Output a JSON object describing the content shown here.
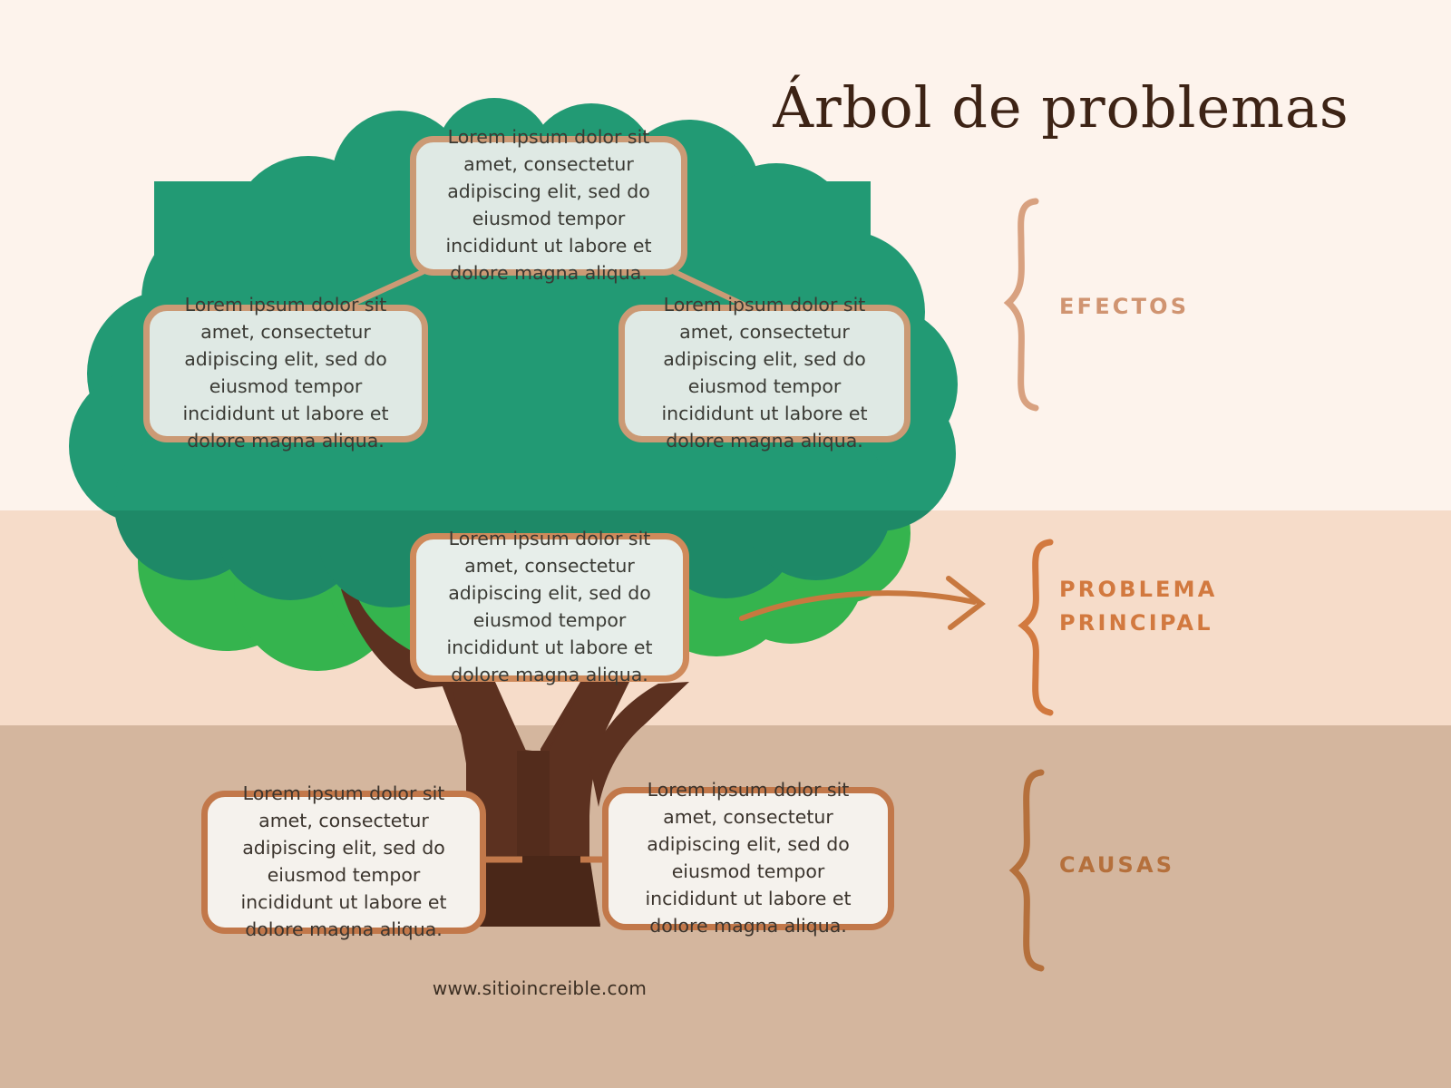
{
  "title": "Árbol de problemas",
  "footer": {
    "url": "www.sitioincreible.com"
  },
  "palette": {
    "background_sky": "#fdf3ec",
    "background_peach": "#f6dcc9",
    "background_soil": "#d4b69e",
    "foliage_dark": "#229a74",
    "foliage_mid": "#4f9a72",
    "foliage_light": "#35b44e",
    "trunk": "#5c3120",
    "trunk_shadow": "#4a2718",
    "title_text": "#3d2315",
    "effects_accent": "#d09471",
    "problem_accent": "#d2793f",
    "causes_accent": "#b5703c"
  },
  "lorem": "Lorem ipsum dolor sit amet, consectetur adipiscing elit, sed do eiusmod tempor incididunt ut labore et dolore magna aliqua.",
  "sections": {
    "efectos": {
      "label": "EFECTOS",
      "boxes": [
        {
          "id": "effect-top",
          "text": "Lorem ipsum dolor sit amet, consectetur adipiscing elit, sed do eiusmod tempor incididunt ut labore et dolore magna aliqua."
        },
        {
          "id": "effect-left",
          "text": "Lorem ipsum dolor sit amet, consectetur adipiscing elit, sed do eiusmod tempor incididunt ut labore et dolore magna aliqua."
        },
        {
          "id": "effect-right",
          "text": "Lorem ipsum dolor sit amet, consectetur adipiscing elit, sed do eiusmod tempor incididunt ut labore et dolore magna aliqua."
        }
      ]
    },
    "problema_principal": {
      "label": "PROBLEMA\nPRINCIPAL",
      "boxes": [
        {
          "id": "problem-main",
          "text": "Lorem ipsum dolor sit amet, consectetur adipiscing elit, sed do eiusmod tempor incididunt ut labore et dolore magna aliqua."
        }
      ]
    },
    "causas": {
      "label": "CAUSAS",
      "boxes": [
        {
          "id": "cause-left",
          "text": "Lorem ipsum dolor sit amet, consectetur adipiscing elit, sed do eiusmod tempor incididunt ut labore et dolore magna aliqua."
        },
        {
          "id": "cause-right",
          "text": "Lorem ipsum dolor sit amet, consectetur adipiscing elit, sed do eiusmod tempor incididunt ut labore et dolore magna aliqua."
        }
      ]
    }
  }
}
